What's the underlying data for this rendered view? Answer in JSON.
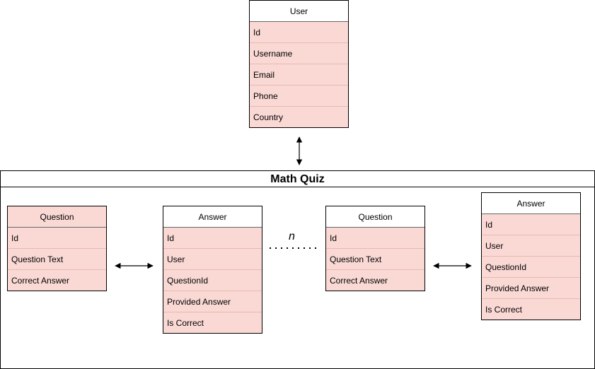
{
  "user": {
    "title": "User",
    "fields": [
      "Id",
      "Username",
      "Email",
      "Phone",
      "Country"
    ]
  },
  "container": {
    "title": "Math Quiz"
  },
  "question1": {
    "title": "Question",
    "fields": [
      "Id",
      "Question Text",
      "Correct Answer"
    ]
  },
  "answer1": {
    "title": "Answer",
    "fields": [
      "Id",
      "User",
      "QuestionId",
      "Provided Answer",
      "Is Correct"
    ]
  },
  "question2": {
    "title": "Question",
    "fields": [
      "Id",
      "Question Text",
      "Correct Answer"
    ]
  },
  "answer2": {
    "title": "Answer",
    "fields": [
      "Id",
      "User",
      "QuestionId",
      "Provided Answer",
      "Is Correct"
    ]
  },
  "n_label": "n"
}
